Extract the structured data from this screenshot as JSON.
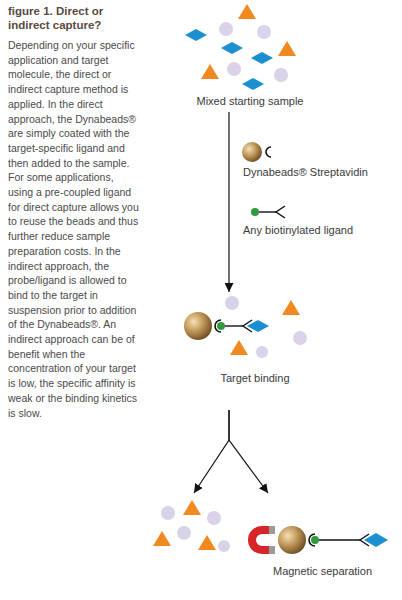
{
  "diagram": {
    "title": "figure 1. Direct or indirect capture?",
    "caption": "Depending on your specific application and target molecule, the direct or indirect capture method is applied. In the direct approach, the Dynabeads® are simply coated with the target-specific ligand and then added to the sample. For some applications, using a pre-coupled ligand for direct capture allows you to reuse the beads and thus further reduce sample preparation costs. In the indirect approach, the probe/ligand is allowed to bind to the target in suspension prior to addition of the Dynabeads®. An indirect approach can be of benefit when the concentration of your target is low, the specific affinity is weak or the binding kinetics is slow.",
    "nodes": [
      {
        "text": [
          "Mixed starting sample"
        ]
      },
      {
        "text": [
          "Target binding"
        ]
      },
      {
        "text": []
      },
      {
        "text": [
          "Magnetic separation"
        ]
      }
    ],
    "edges": [
      {
        "from": 0,
        "to": 1,
        "arrow": "to"
      },
      {
        "from": 1,
        "to": 2,
        "arrow": "to"
      },
      {
        "from": 1,
        "to": 3,
        "arrow": "to"
      }
    ],
    "labels": [
      "Dynabeads® Streptavidin",
      "Any biotinylated ligand"
    ]
  }
}
